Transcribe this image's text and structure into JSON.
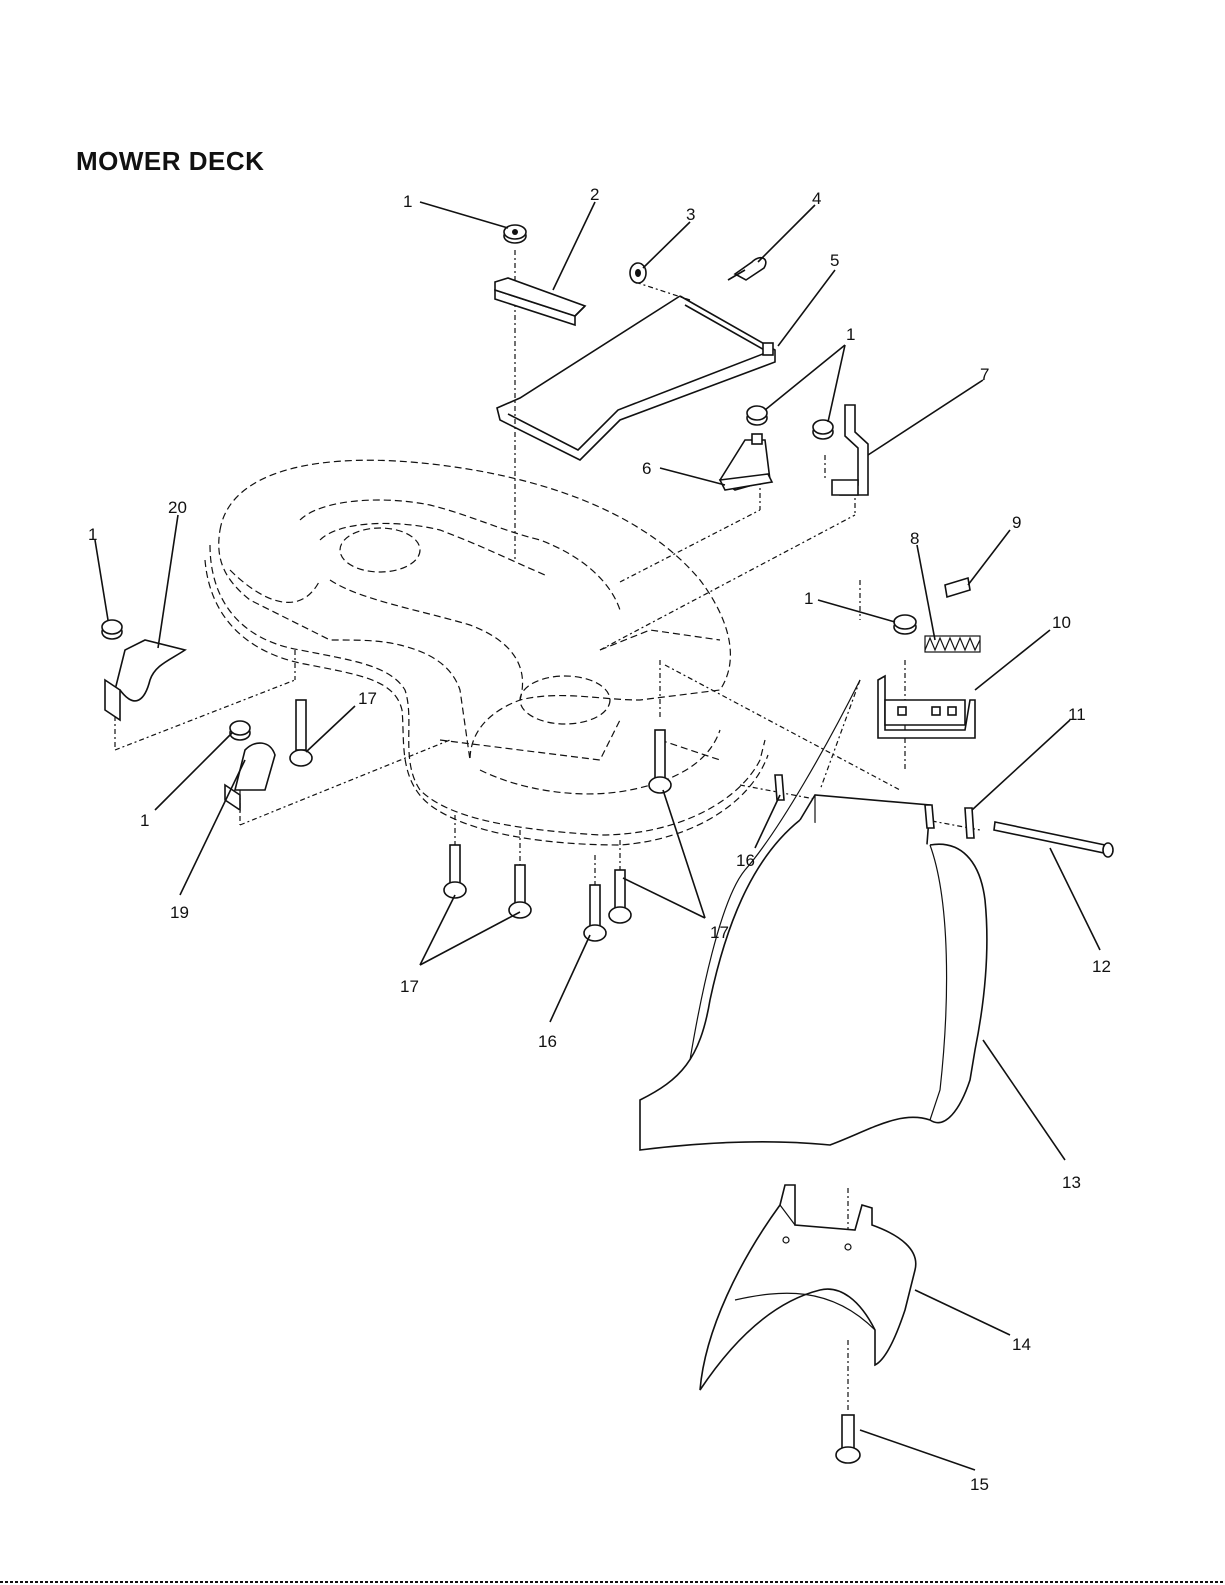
{
  "title": "MOWER DECK",
  "callouts": [
    {
      "id": "c1a",
      "text": "1"
    },
    {
      "id": "c2",
      "text": "2"
    },
    {
      "id": "c3",
      "text": "3"
    },
    {
      "id": "c4",
      "text": "4"
    },
    {
      "id": "c5",
      "text": "5"
    },
    {
      "id": "c1b",
      "text": "1"
    },
    {
      "id": "c7",
      "text": "7"
    },
    {
      "id": "c6",
      "text": "6"
    },
    {
      "id": "c20",
      "text": "20"
    },
    {
      "id": "c1c",
      "text": "1"
    },
    {
      "id": "c9",
      "text": "9"
    },
    {
      "id": "c8",
      "text": "8"
    },
    {
      "id": "c1d",
      "text": "1"
    },
    {
      "id": "c10",
      "text": "10"
    },
    {
      "id": "c17a",
      "text": "17"
    },
    {
      "id": "c1e",
      "text": "1"
    },
    {
      "id": "c11",
      "text": "11"
    },
    {
      "id": "c16a",
      "text": "16"
    },
    {
      "id": "c19",
      "text": "19"
    },
    {
      "id": "c17b",
      "text": "17"
    },
    {
      "id": "c12",
      "text": "12"
    },
    {
      "id": "c17c",
      "text": "17"
    },
    {
      "id": "c16b",
      "text": "16"
    },
    {
      "id": "c13",
      "text": "13"
    },
    {
      "id": "c14",
      "text": "14"
    },
    {
      "id": "c15",
      "text": "15"
    }
  ]
}
